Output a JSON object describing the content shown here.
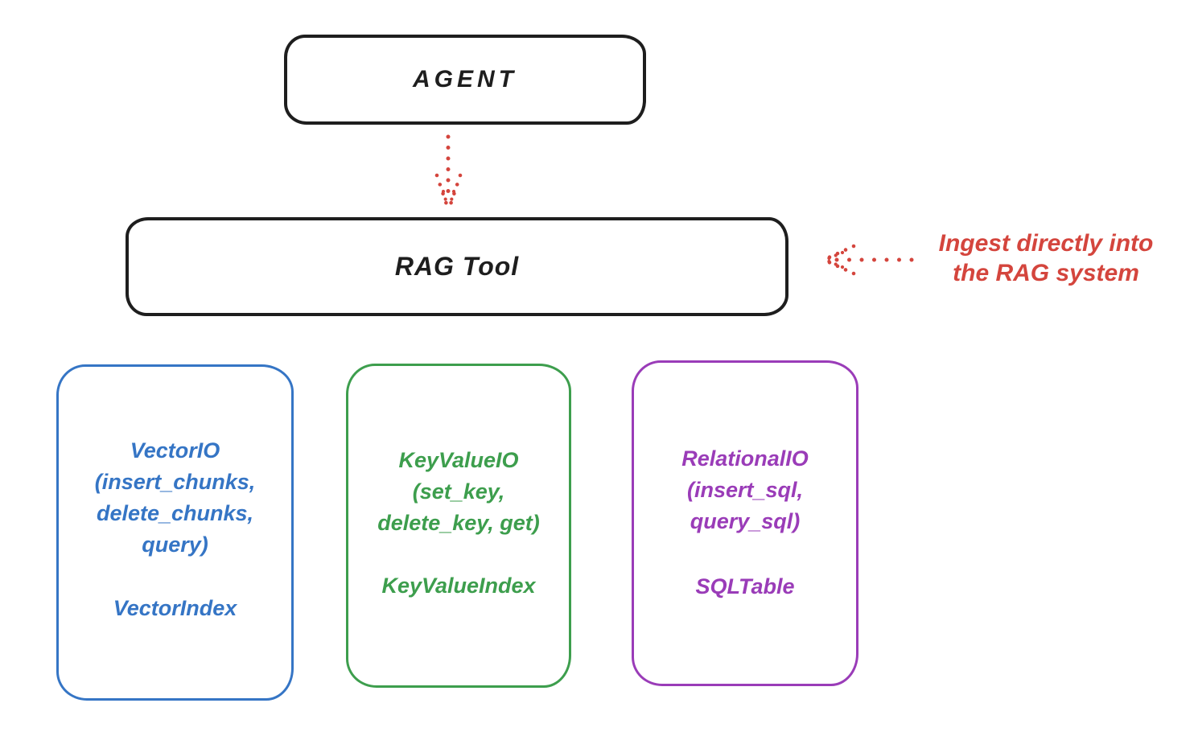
{
  "colors": {
    "ink": "#1e1e1e",
    "red": "#d4453d",
    "blue": "#3575c5",
    "green": "#3d9e4d",
    "purple": "#9a3cb8",
    "bg": "#ffffff"
  },
  "agent": {
    "label": "AGENT"
  },
  "rag": {
    "label": "RAG Tool"
  },
  "annotation": {
    "line1": "Ingest directly into",
    "line2": "the RAG system"
  },
  "stores": [
    {
      "name": "VectorIO",
      "param_lines": [
        "(insert_chunks,",
        "delete_chunks,",
        "query)"
      ],
      "index_label": "VectorIndex",
      "color": "#3575c5"
    },
    {
      "name": "KeyValueIO",
      "param_lines": [
        "(set_key,",
        "delete_key, get)"
      ],
      "index_label": "KeyValueIndex",
      "color": "#3d9e4d"
    },
    {
      "name": "RelationalIO",
      "param_lines": [
        "(insert_sql,",
        "query_sql)"
      ],
      "index_label": "SQLTable",
      "color": "#9a3cb8"
    }
  ]
}
